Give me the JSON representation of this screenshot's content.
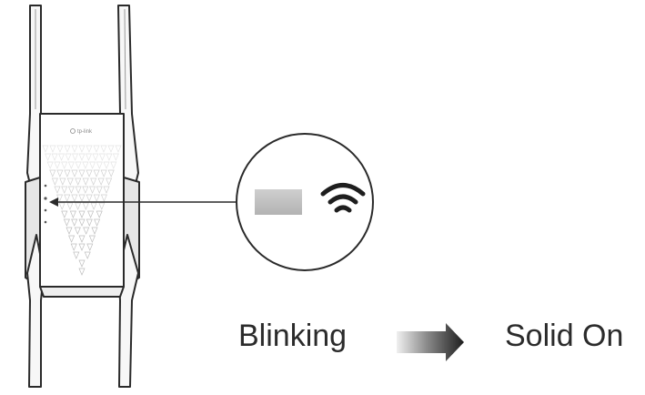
{
  "device": {
    "brand_logo_text": "tp-link",
    "icon": "range-extender-device"
  },
  "callout": {
    "led_icon": "led-bar-icon",
    "status_icon": "wifi-signal-icon"
  },
  "transition": {
    "from_label": "Blinking",
    "arrow_icon": "gradient-arrow-icon",
    "to_label": "Solid On"
  },
  "colors": {
    "outline": "#2a2a2a",
    "led_gray": "#bdbdbd",
    "arrow_start": "#eeeeee",
    "arrow_end": "#222222",
    "text": "#2b2b2b"
  }
}
